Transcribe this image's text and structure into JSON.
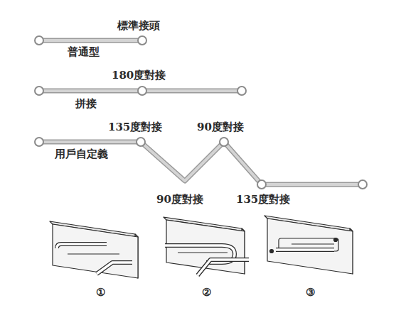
{
  "diagram": {
    "labels": [
      "標準接頭",
      "普通型",
      "180度對接",
      "拼接",
      "135度對接",
      "90度對接",
      "用戶自定義",
      "90度對接",
      "135度對接",
      "①",
      "②",
      "③"
    ]
  }
}
